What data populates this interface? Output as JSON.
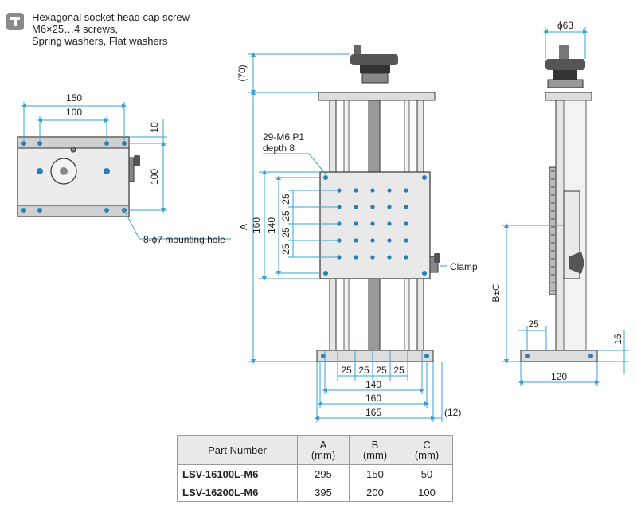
{
  "note": {
    "icon": "hex-wrench-icon",
    "lines": [
      "Hexagonal socket head cap screw",
      "M6×25…4 screws,",
      "Spring washers, Flat washers"
    ]
  },
  "top_view": {
    "dim_150": "150",
    "dim_100_w": "100",
    "dim_10": "10",
    "dim_100_h": "100",
    "mounting_label": "8-ϕ7 mounting hole"
  },
  "front_view": {
    "dim_70": "(70)",
    "dim_A": "A",
    "dim_160_v": "160",
    "dim_140_v": "140",
    "pitch_v": [
      "25",
      "25",
      "25",
      "25"
    ],
    "holes_label": [
      "29-M6 P1",
      "depth 8"
    ],
    "pitch_h": [
      "25",
      "25",
      "25",
      "25"
    ],
    "dim_140_h": "140",
    "dim_160_h": "160",
    "dim_165": "165",
    "dim_12": "(12)",
    "clamp_label": "Clamp"
  },
  "side_view": {
    "dim_phi63": "ϕ63",
    "dim_BC": "B±C",
    "dim_25": "25",
    "dim_15": "15",
    "dim_120": "120"
  },
  "spec_table": {
    "header": {
      "part": "Part Number",
      "a": "A",
      "a_unit": "(mm)",
      "b": "B",
      "b_unit": "(mm)",
      "c": "C",
      "c_unit": "(mm)"
    },
    "rows": [
      {
        "part": "LSV-16100L-M6",
        "a": "295",
        "b": "150",
        "c": "50"
      },
      {
        "part": "LSV-16200L-M6",
        "a": "395",
        "b": "200",
        "c": "100"
      }
    ]
  },
  "colors": {
    "dimension": "#3aa0d0",
    "outline": "#333333",
    "body": "#dcdcdc",
    "hole": "#2a7fb8"
  }
}
